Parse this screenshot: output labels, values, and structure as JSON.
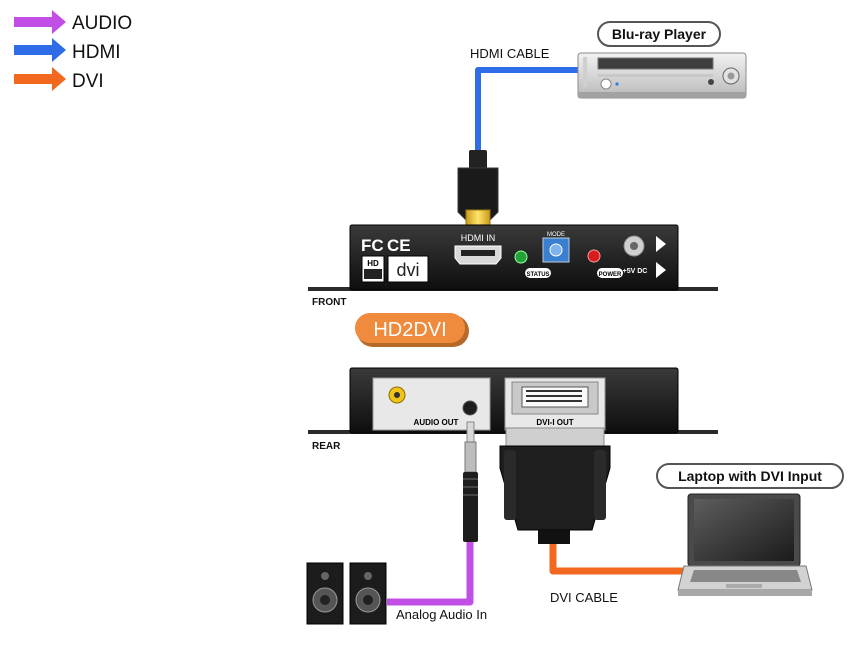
{
  "legend": [
    {
      "label": "AUDIO",
      "color": "#c14fe6"
    },
    {
      "label": "HDMI",
      "color": "#2f6de8"
    },
    {
      "label": "DVI",
      "color": "#f2681f"
    }
  ],
  "devices": {
    "bluray": {
      "label": "Blu-ray Player"
    },
    "laptop": {
      "label": "Laptop with DVI Input"
    },
    "converter": {
      "name": "HD2DVI",
      "name_color": "#f08a3c",
      "front_label": "FRONT",
      "rear_label": "REAR",
      "front": {
        "hdmi_in": "HDMI IN",
        "mode": "MODE",
        "status": "STATUS",
        "power": "POWER",
        "power_rating": "+5V DC",
        "fcc": "FC",
        "ce": "CE",
        "dvi_logo": "dvi",
        "hd_badge": "HD"
      },
      "rear": {
        "audio_out": "AUDIO OUT",
        "dvi_out": "DVI-I OUT"
      }
    }
  },
  "cables": {
    "hdmi": {
      "label": "HDMI CABLE"
    },
    "dvi": {
      "label": "DVI CABLE"
    },
    "audio": {
      "label": "Analog Audio In"
    }
  }
}
